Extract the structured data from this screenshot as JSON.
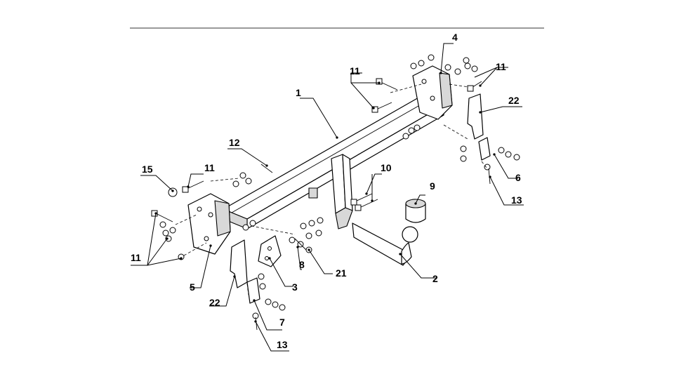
{
  "labels": {
    "l1": "1",
    "l2": "2",
    "l3": "3",
    "l4": "4",
    "l5": "5",
    "l6": "6",
    "l7": "7",
    "l8": "8",
    "l9": "9",
    "l10": "10",
    "l11a": "11",
    "l11b": "11",
    "l11c": "11",
    "l11d": "11",
    "l12": "12",
    "l13a": "13",
    "l13b": "13",
    "l15": "15",
    "l21": "21",
    "l22a": "22",
    "l22b": "22"
  }
}
